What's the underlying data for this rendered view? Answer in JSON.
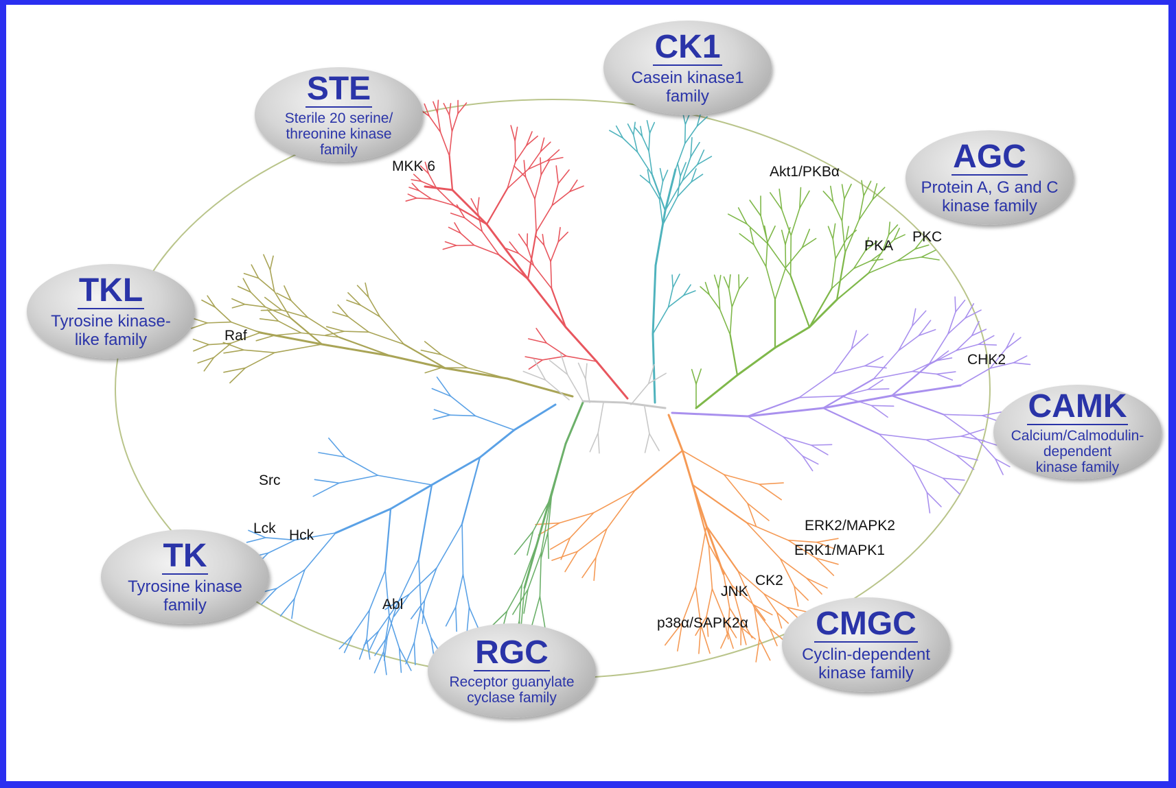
{
  "families": {
    "ck1": {
      "name": "CK1",
      "desc": "Casein kinase1\nfamily"
    },
    "ste": {
      "name": "STE",
      "desc": "Sterile 20 serine/\nthreonine kinase\nfamily"
    },
    "agc": {
      "name": "AGC",
      "desc": "Protein A, G and C\nkinase family"
    },
    "tkl": {
      "name": "TKL",
      "desc": "Tyrosine kinase-\nlike family"
    },
    "camk": {
      "name": "CAMK",
      "desc": "Calcium/Calmodulin-\ndependent\nkinase family"
    },
    "tk": {
      "name": "TK",
      "desc": "Tyrosine kinase\nfamily"
    },
    "rgc": {
      "name": "RGC",
      "desc": "Receptor guanylate\ncyclase family"
    },
    "cmgc": {
      "name": "CMGC",
      "desc": "Cyclin-dependent\nkinase family"
    }
  },
  "kinases": {
    "mkk6": "MKK 6",
    "akt1": "Akt1/PKBα",
    "pka": "PKA",
    "pkc": "PKC",
    "raf": "Raf",
    "chk2": "CHK2",
    "src": "Src",
    "lck": "Lck",
    "hck": "Hck",
    "abl": "Abl",
    "erk2": "ERK2/MAPK2",
    "erk1": "ERK1/MAPK1",
    "ck2": "CK2",
    "jnk": "JNK",
    "p38": "p38α/SAPK2α"
  },
  "colors": {
    "border": "#2a2ff0",
    "oval_text": "#2a34a8",
    "ring": "#b9c48a",
    "ste": "#e8565e",
    "ck1": "#4fb3bd",
    "agc": "#7fb84a",
    "tkl": "#a9a456",
    "camk": "#a990ee",
    "cmgc": "#f59a55",
    "rgc": "#6cb06a",
    "tk": "#5aa1e6",
    "other": "#c8c8c8"
  }
}
